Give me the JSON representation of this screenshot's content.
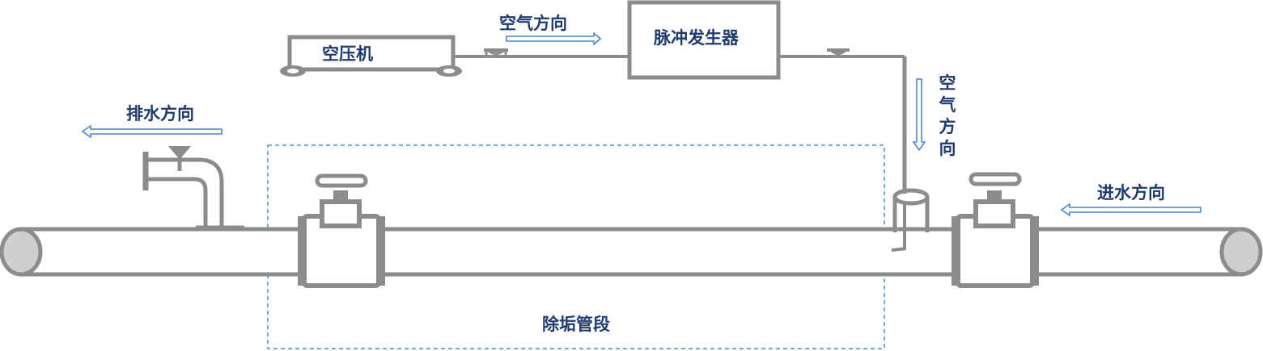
{
  "labels": {
    "air_compressor": "空压机",
    "pulse_generator": "脉冲发生器",
    "air_direction_top": "空气方向",
    "air_direction_side": "空气方向",
    "drain_direction": "排水方向",
    "inlet_direction": "进水方向",
    "descaling_section": "除垢管段"
  },
  "colors": {
    "pipe": "#8c8c8c",
    "pipe_dark": "#6e6e6e",
    "pipe_fill": "#ffffff",
    "pipe_end_fill": "#cfcfcf",
    "arrow": "#4a86c8",
    "dashed_box": "#4a90c8",
    "text": "#1f3b6e"
  },
  "icons": [
    "air-compressor-icon",
    "pulse-generator-icon",
    "gate-valve-icon",
    "drain-tap-icon",
    "pipe-icon",
    "arrow-icon"
  ]
}
